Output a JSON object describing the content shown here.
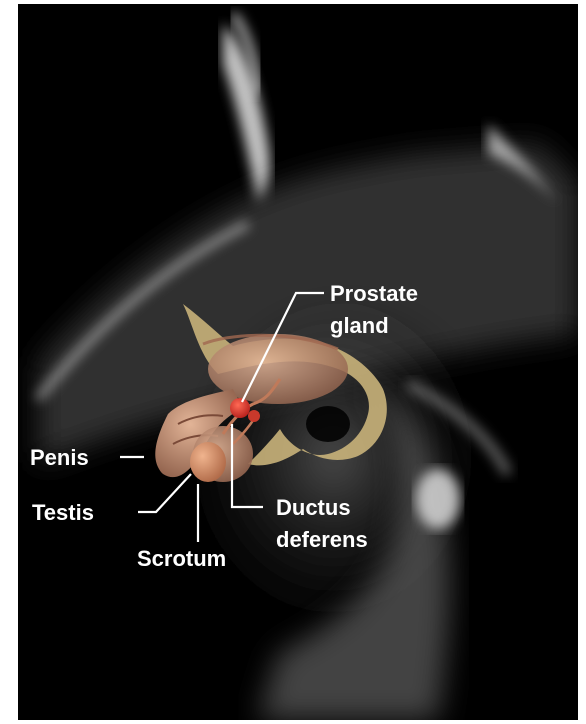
{
  "labels": {
    "prostate_line1": "Prostate",
    "prostate_line2": "gland",
    "penis": "Penis",
    "testis": "Testis",
    "scrotum": "Scrotum",
    "ductus_line1": "Ductus",
    "ductus_line2": "deferens"
  },
  "colors": {
    "background": "#000000",
    "label_text": "#ffffff",
    "prostate": "#d9312b",
    "bone": "#c9b27a",
    "organ": "#b98a6e"
  }
}
